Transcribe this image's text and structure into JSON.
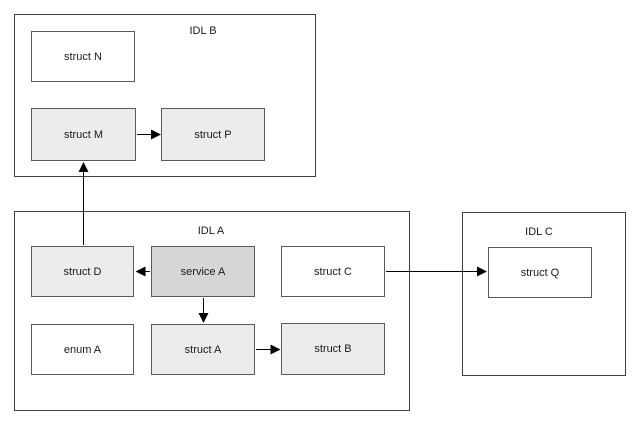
{
  "diagram": {
    "containers": [
      {
        "id": "idl-b",
        "label": "IDL B"
      },
      {
        "id": "idl-a",
        "label": "IDL A"
      },
      {
        "id": "idl-c",
        "label": "IDL C"
      }
    ],
    "nodes": [
      {
        "id": "struct-n",
        "label": "struct N",
        "container": "IDL B",
        "fill": "#ffffff"
      },
      {
        "id": "struct-m",
        "label": "struct M",
        "container": "IDL B",
        "fill": "#ececec"
      },
      {
        "id": "struct-p",
        "label": "struct P",
        "container": "IDL B",
        "fill": "#ececec"
      },
      {
        "id": "struct-d",
        "label": "struct D",
        "container": "IDL A",
        "fill": "#ececec"
      },
      {
        "id": "service-a",
        "label": "service A",
        "container": "IDL A",
        "fill": "#d6d6d6"
      },
      {
        "id": "struct-c",
        "label": "struct C",
        "container": "IDL A",
        "fill": "#ffffff"
      },
      {
        "id": "enum-a",
        "label": "enum A",
        "container": "IDL A",
        "fill": "#ffffff"
      },
      {
        "id": "struct-a",
        "label": "struct A",
        "container": "IDL A",
        "fill": "#ececec"
      },
      {
        "id": "struct-b",
        "label": "struct B",
        "container": "IDL A",
        "fill": "#ececec"
      },
      {
        "id": "struct-q",
        "label": "struct Q",
        "container": "IDL C",
        "fill": "#ffffff"
      }
    ],
    "edges": [
      {
        "from": "struct M",
        "to": "struct P"
      },
      {
        "from": "struct D",
        "to": "struct M"
      },
      {
        "from": "service A",
        "to": "struct D"
      },
      {
        "from": "service A",
        "to": "struct A"
      },
      {
        "from": "struct A",
        "to": "struct B"
      },
      {
        "from": "struct C",
        "to": "struct Q"
      }
    ],
    "colors": {
      "background": "#ffffff",
      "container_border": "#404040",
      "node_border": "#595959",
      "node_fill_light": "#ececec",
      "node_fill_medium": "#d6d6d6",
      "node_fill_white": "#ffffff",
      "arrow": "#000000",
      "text": "#1a1a1a"
    }
  }
}
